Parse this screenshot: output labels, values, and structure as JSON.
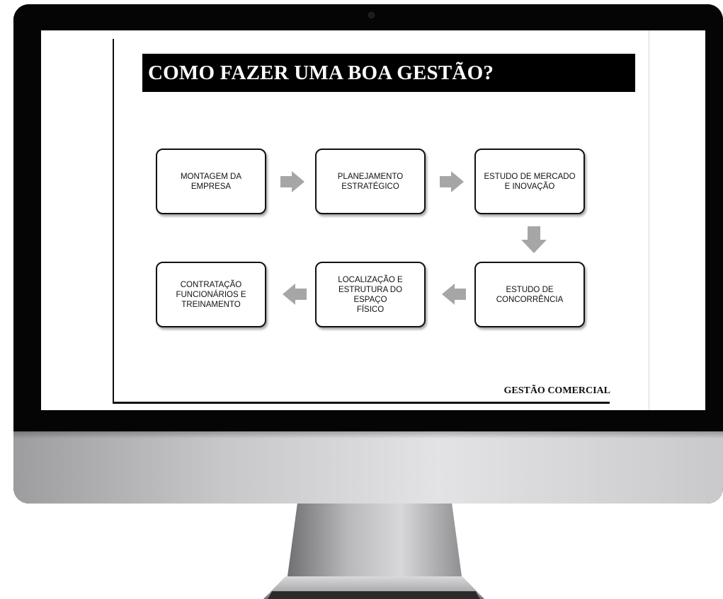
{
  "slide": {
    "title": "COMO FAZER UMA BOA GESTÃO?",
    "footer": "GESTÃO COMERCIAL",
    "steps": [
      {
        "label": "MONTAGEM DA\nEMPRESA"
      },
      {
        "label": "PLANEJAMENTO\nESTRATÉGICO"
      },
      {
        "label": "ESTUDO DE MERCADO\nE INOVAÇÃO"
      },
      {
        "label": "ESTUDO DE\nCONCORRÊNCIA"
      },
      {
        "label": "LOCALIZAÇÃO E\nESTRUTURA DO ESPAÇO\nFÍSICO"
      },
      {
        "label": "CONTRATAÇÃO\nFUNCIONÁRIOS E\nTREINAMENTO"
      }
    ]
  },
  "colors": {
    "title_bar": "#000000",
    "arrow": "#a6a6a6",
    "box_border": "#111111"
  },
  "icons": {
    "arrow_right": "arrow-right-icon",
    "arrow_down": "arrow-down-icon",
    "arrow_left": "arrow-left-icon"
  }
}
